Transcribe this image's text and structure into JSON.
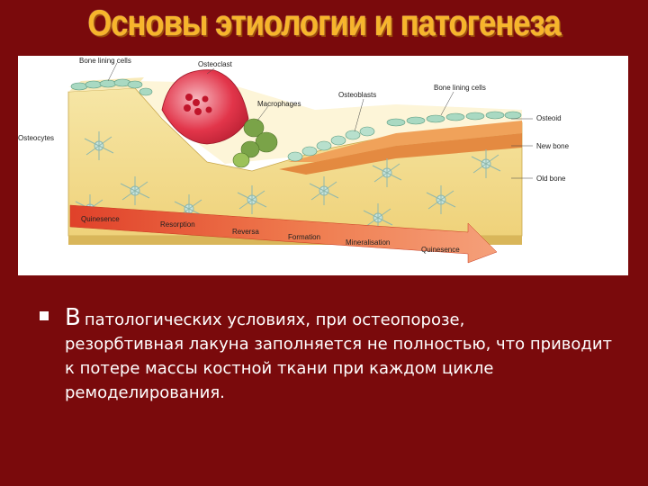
{
  "slide": {
    "title": "Основы этиологии и патогенеза"
  },
  "diagram": {
    "labels": {
      "bone_lining_cells_left": "Bone lining cells",
      "osteoclast": "Osteoclast",
      "macrophages": "Macrophages",
      "osteoblasts": "Osteoblasts",
      "bone_lining_cells_right": "Bone lining cells",
      "osteocytes": "Osteocytes",
      "osteoid": "Osteoid",
      "new_bone": "New bone",
      "old_bone": "Old bone"
    },
    "phases": [
      "Quinesence",
      "Resorption",
      "Reversa",
      "Formation",
      "Mineralisation",
      "Quinesence"
    ]
  },
  "text": {
    "lead_letter": "В",
    "first_line": "патологических условиях, при остеопорозе,",
    "rest": "резорбтивная лакуна заполняется не полностью, что приводит к потере массы  костной   ткани  при каждом цикле ремоделирования."
  }
}
